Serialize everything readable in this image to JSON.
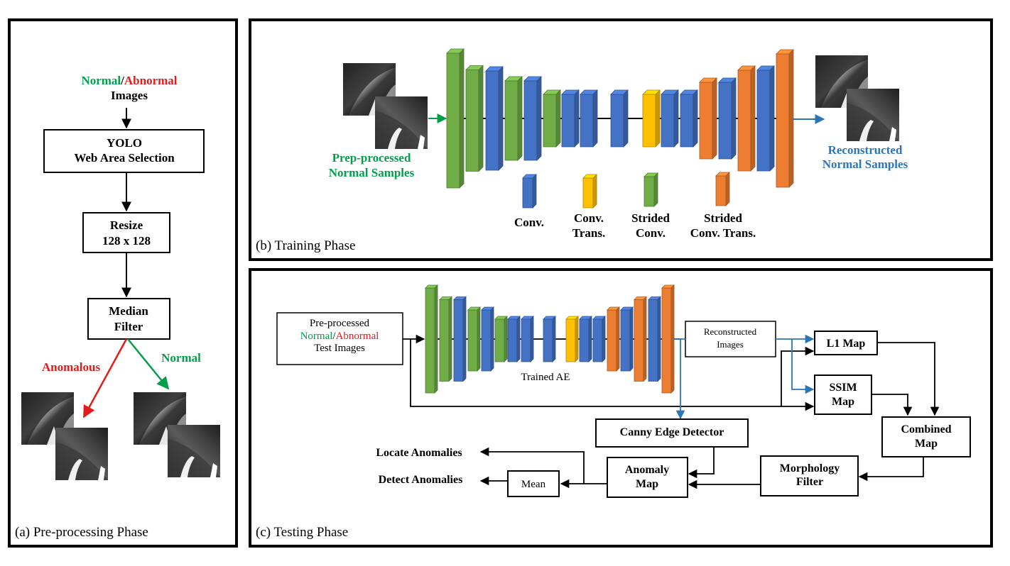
{
  "colors": {
    "green": "#70ad47",
    "blue": "#4472c4",
    "orange": "#ed7d31",
    "yellow": "#ffc000",
    "arrow_blue": "#2e75b6",
    "label_green": "#00a04b",
    "label_red": "#e31b1b"
  },
  "panel_a": {
    "caption": "(a) Pre-processing Phase",
    "input_normal": "Normal",
    "input_sep": "/",
    "input_abnormal": "Abnormal",
    "input_images": "Images",
    "yolo_line1": "YOLO",
    "yolo_line2": "Web Area Selection",
    "resize_line1": "Resize",
    "resize_line2": "128 x 128",
    "median_line1": "Median",
    "median_line2": "Filter",
    "anomalous": "Anomalous",
    "normal": "Normal"
  },
  "panel_b": {
    "caption": "(b) Training Phase",
    "input_line1": "Prep-processed",
    "input_line2": "Normal Samples",
    "output_line1": "Reconstructed",
    "output_line2": "Normal Samples",
    "legend": [
      {
        "line1": "Conv.",
        "line2": "",
        "icon": "blue-layer"
      },
      {
        "line1": "Conv.",
        "line2": "Trans.",
        "icon": "yellow-layer"
      },
      {
        "line1": "Strided",
        "line2": "Conv.",
        "icon": "green-layer"
      },
      {
        "line1": "Strided",
        "line2": "Conv. Trans.",
        "icon": "orange-layer"
      }
    ]
  },
  "panel_c": {
    "caption": "(c) Testing Phase",
    "input_line1": "Pre-processed",
    "input_normal": "Normal",
    "input_sep": "/",
    "input_abnormal": "Abnormal",
    "input_line3": "Test Images",
    "trained_ae": "Trained AE",
    "reconstructed_line1": "Reconstructed",
    "reconstructed_line2": "Images",
    "l1_map": "L1 Map",
    "ssim_line1": "SSIM",
    "ssim_line2": "Map",
    "combined_line1": "Combined",
    "combined_line2": "Map",
    "canny": "Canny Edge Detector",
    "morph_line1": "Morphology",
    "morph_line2": "Filter",
    "anomaly_line1": "Anomaly",
    "anomaly_line2": "Map",
    "mean": "Mean",
    "locate": "Locate Anomalies",
    "detect": "Detect Anomalies"
  }
}
